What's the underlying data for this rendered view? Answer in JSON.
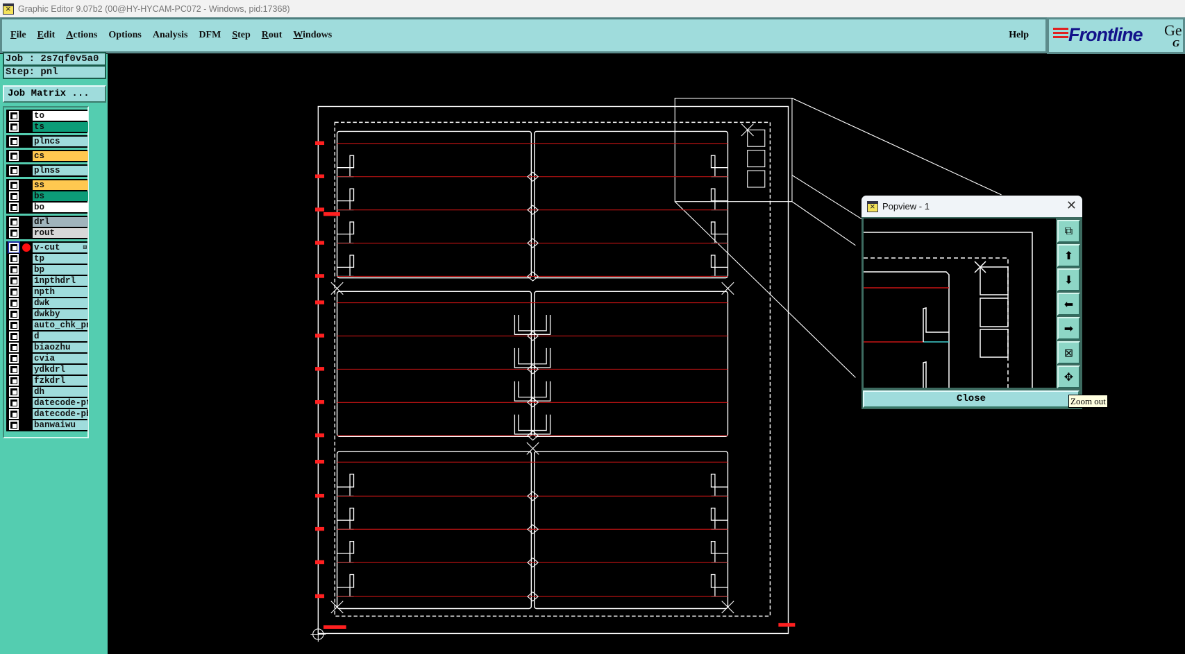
{
  "window": {
    "title": "Graphic Editor 9.07b2 (00@HY-HYCAM-PC072 - Windows, pid:17368)"
  },
  "menu": [
    {
      "pre": "",
      "u": "F",
      "post": "ile"
    },
    {
      "pre": "",
      "u": "E",
      "post": "dit"
    },
    {
      "pre": "",
      "u": "A",
      "post": "ctions"
    },
    {
      "pre": "Op",
      "u": "",
      "post": "tions"
    },
    {
      "pre": "Analysis",
      "u": "",
      "post": ""
    },
    {
      "pre": "DFM",
      "u": "",
      "post": ""
    },
    {
      "pre": "",
      "u": "S",
      "post": "tep"
    },
    {
      "pre": "",
      "u": "R",
      "post": "out"
    },
    {
      "pre": "",
      "u": "W",
      "post": "indows"
    }
  ],
  "help_label": "Help",
  "logo": {
    "brand": "Frontline",
    "suffix": "Ge",
    "suffix2": "G"
  },
  "job": {
    "label": "Job : 2s7qf0v5a0",
    "step": "Step: pnl",
    "matrix_button": "Job Matrix ..."
  },
  "layer_groups": [
    [
      {
        "name": "to",
        "color": "#ffffff"
      },
      {
        "name": "ts",
        "color": "#0c9c78"
      }
    ],
    [
      {
        "name": "plncs",
        "color": "#9fdcdc"
      }
    ],
    [
      {
        "name": "cs",
        "color": "#ffc850"
      }
    ],
    [
      {
        "name": "plnss",
        "color": "#9fdcdc"
      }
    ],
    [
      {
        "name": "ss",
        "color": "#ffc850"
      },
      {
        "name": "bs",
        "color": "#0c9c78"
      },
      {
        "name": "bo",
        "color": "#ffffff"
      }
    ],
    [
      {
        "name": "drl",
        "color": "#a0b4bc"
      },
      {
        "name": "rout",
        "color": "#d8d8d8"
      }
    ],
    [
      {
        "name": "v-cut",
        "color": "#9fdcdc",
        "active": true
      },
      {
        "name": "tp",
        "color": "#9fdcdc"
      },
      {
        "name": "bp",
        "color": "#9fdcdc"
      },
      {
        "name": "1npthdrl",
        "color": "#9fdcdc"
      },
      {
        "name": "npth",
        "color": "#9fdcdc"
      },
      {
        "name": "dwk",
        "color": "#9fdcdc"
      },
      {
        "name": "dwkby",
        "color": "#9fdcdc"
      },
      {
        "name": "auto_chk_pnl",
        "color": "#9fdcdc"
      },
      {
        "name": "d",
        "color": "#9fdcdc"
      },
      {
        "name": "biaozhu",
        "color": "#9fdcdc"
      },
      {
        "name": "cvia",
        "color": "#9fdcdc"
      },
      {
        "name": "ydkdrl",
        "color": "#9fdcdc"
      },
      {
        "name": "fzkdrl",
        "color": "#9fdcdc"
      },
      {
        "name": "dh",
        "color": "#9fdcdc"
      },
      {
        "name": "datecode-ptop",
        "color": "#9fdcdc"
      },
      {
        "name": "datecode-pbot",
        "color": "#9fdcdc"
      },
      {
        "name": "banwaiwu",
        "color": "#9fdcdc"
      }
    ]
  ],
  "popview": {
    "title": "Popview - 1",
    "close_label": "Close",
    "tools": [
      {
        "icon": "zoom-home-icon",
        "glyph": "⧉"
      },
      {
        "icon": "pan-up-icon",
        "glyph": "⬆"
      },
      {
        "icon": "pan-down-icon",
        "glyph": "⬇"
      },
      {
        "icon": "pan-left-icon",
        "glyph": "⬅"
      },
      {
        "icon": "pan-right-icon",
        "glyph": "➡"
      },
      {
        "icon": "zoom-in-icon",
        "glyph": "⊠"
      },
      {
        "icon": "zoom-out-icon",
        "glyph": "✥"
      }
    ],
    "tooltip": "Zoom out"
  },
  "colors": {
    "profile": "#ffffff",
    "vcut": "#c81414",
    "rout_cyan": "#40d0d0",
    "labels": "#ff2020"
  }
}
